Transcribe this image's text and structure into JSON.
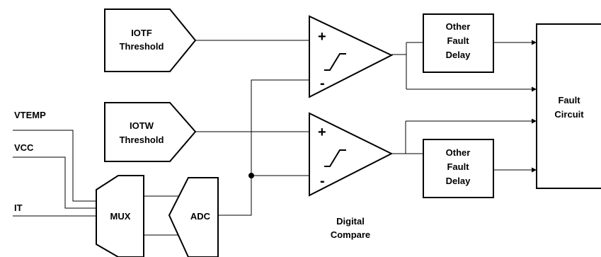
{
  "blocks": {
    "iotf_threshold": [
      "IOTF",
      "Threshold"
    ],
    "iotw_threshold": [
      "IOTW",
      "Threshold"
    ],
    "mux": "MUX",
    "adc": "ADC",
    "other_fault_delay_top": [
      "Other",
      "Fault",
      "Delay"
    ],
    "other_fault_delay_bottom": [
      "Other",
      "Fault",
      "Delay"
    ],
    "fault_circuit": [
      "Fault",
      "Circuit"
    ]
  },
  "inputs": {
    "vtemp": "VTEMP",
    "vcc": "VCC",
    "it": "IT"
  },
  "comparators": {
    "plus": "+",
    "minus": "-"
  },
  "digital_compare": [
    "Digital",
    "Compare"
  ],
  "colors": {
    "line": "#000000",
    "background": "#ffffff"
  }
}
